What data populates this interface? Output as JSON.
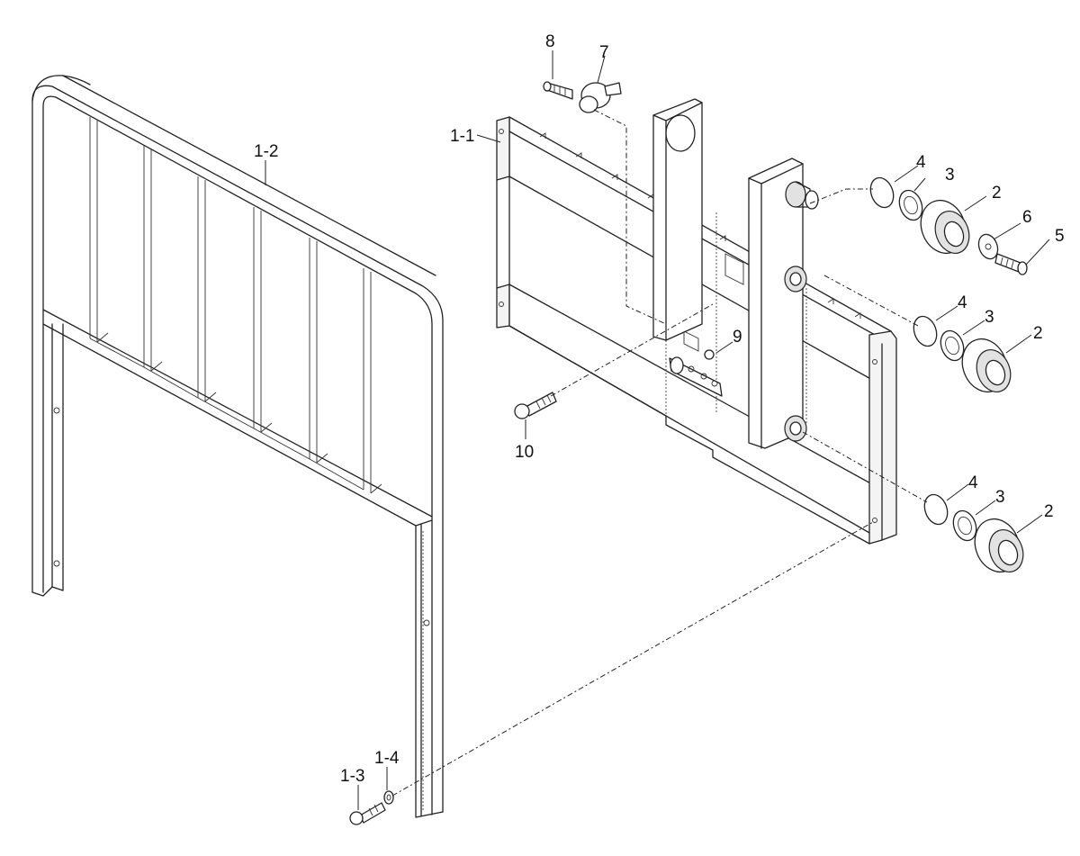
{
  "callouts": [
    {
      "id": "1-1",
      "text": "1-1"
    },
    {
      "id": "1-2",
      "text": "1-2"
    },
    {
      "id": "1-3",
      "text": "1-3"
    },
    {
      "id": "1-4",
      "text": "1-4"
    },
    {
      "id": "2a",
      "text": "2"
    },
    {
      "id": "2b",
      "text": "2"
    },
    {
      "id": "2c",
      "text": "2"
    },
    {
      "id": "3a",
      "text": "3"
    },
    {
      "id": "3b",
      "text": "3"
    },
    {
      "id": "3c",
      "text": "3"
    },
    {
      "id": "4a",
      "text": "4"
    },
    {
      "id": "4b",
      "text": "4"
    },
    {
      "id": "4c",
      "text": "4"
    },
    {
      "id": "5",
      "text": "5"
    },
    {
      "id": "6",
      "text": "6"
    },
    {
      "id": "7",
      "text": "7"
    },
    {
      "id": "8",
      "text": "8"
    },
    {
      "id": "9",
      "text": "9"
    },
    {
      "id": "10",
      "text": "10"
    }
  ]
}
